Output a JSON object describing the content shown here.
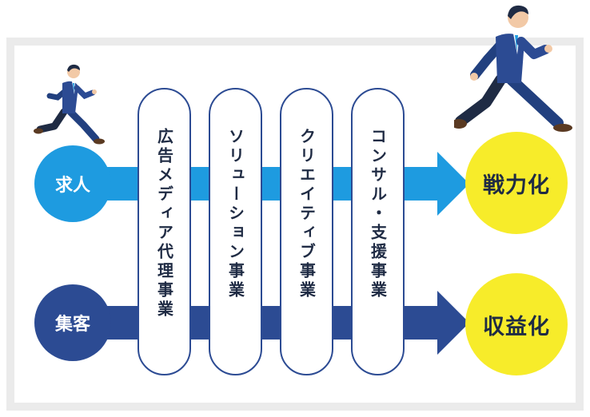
{
  "inputs": {
    "recruit": "求人",
    "attract": "集客"
  },
  "outputs": {
    "strengthen": "戦力化",
    "monetize": "収益化"
  },
  "businesses": [
    "広告メディア代理事業",
    "ソリューション事業",
    "クリエイティブ事業",
    "コンサル・支援事業"
  ],
  "colors": {
    "frame": "#ebebeb",
    "top_flow": "#1e9be0",
    "bottom_flow": "#2c4b93",
    "output_circle": "#f7ec2a",
    "text_dark": "#1f2b44",
    "pill_border": "#2c4b93"
  },
  "illustrations": [
    "running-businessman-small-icon",
    "running-businessman-large-icon"
  ]
}
